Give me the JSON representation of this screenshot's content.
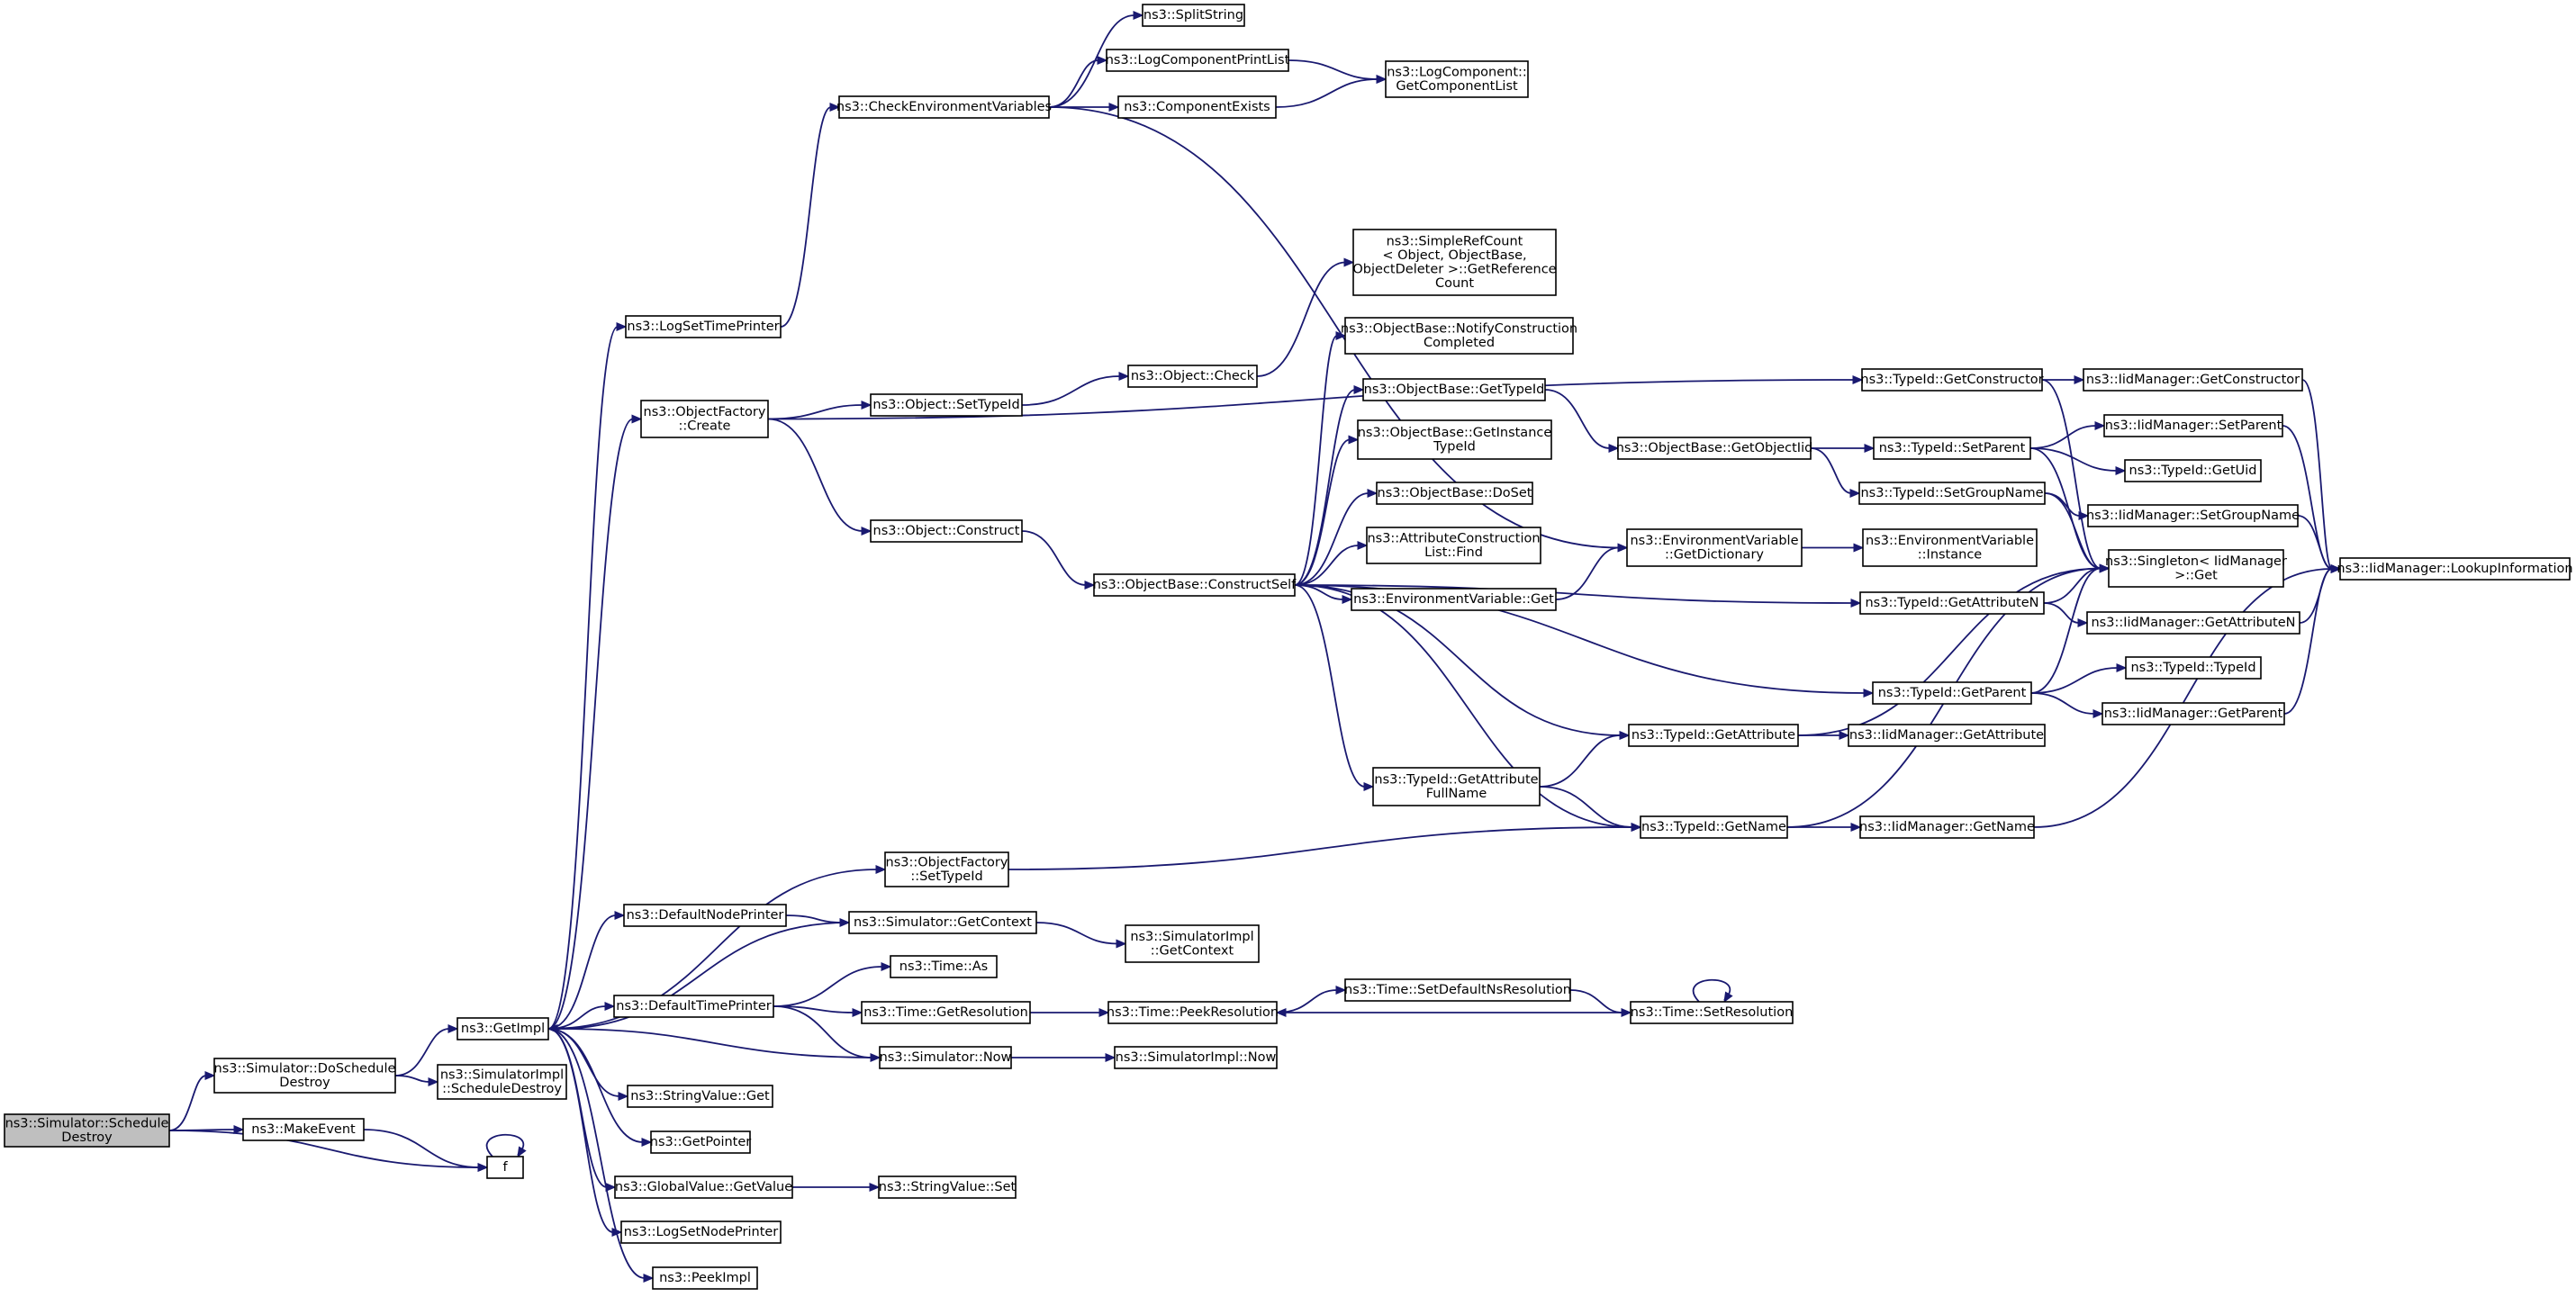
{
  "graph": {
    "nodes": [
      {
        "id": "root",
        "lines": [
          "ns3::Simulator::Schedule",
          "Destroy"
        ],
        "root": true
      },
      {
        "id": "doschedule",
        "lines": [
          "ns3::Simulator::DoSchedule",
          "Destroy"
        ]
      },
      {
        "id": "makeevent",
        "lines": [
          "ns3::MakeEvent"
        ]
      },
      {
        "id": "f",
        "lines": [
          "f"
        ]
      },
      {
        "id": "getimpl",
        "lines": [
          "ns3::GetImpl"
        ]
      },
      {
        "id": "simimpl_schedDestroy",
        "lines": [
          "ns3::SimulatorImpl",
          "::ScheduleDestroy"
        ]
      },
      {
        "id": "logsettimeprinter",
        "lines": [
          "ns3::LogSetTimePrinter"
        ]
      },
      {
        "id": "objfactory_create",
        "lines": [
          "ns3::ObjectFactory",
          "::Create"
        ]
      },
      {
        "id": "objfactory_settypeid",
        "lines": [
          "ns3::ObjectFactory",
          "::SetTypeId"
        ]
      },
      {
        "id": "defaultnodeprinter",
        "lines": [
          "ns3::DefaultNodePrinter"
        ]
      },
      {
        "id": "sim_getcontext",
        "lines": [
          "ns3::Simulator::GetContext"
        ]
      },
      {
        "id": "defaulttimeprinter",
        "lines": [
          "ns3::DefaultTimePrinter"
        ]
      },
      {
        "id": "stringvalue_get",
        "lines": [
          "ns3::StringValue::Get"
        ]
      },
      {
        "id": "getpointer",
        "lines": [
          "ns3::GetPointer"
        ]
      },
      {
        "id": "globalvalue_getvalue",
        "lines": [
          "ns3::GlobalValue::GetValue"
        ]
      },
      {
        "id": "logsetnodeprinter",
        "lines": [
          "ns3::LogSetNodePrinter"
        ]
      },
      {
        "id": "peekimpl",
        "lines": [
          "ns3::PeekImpl"
        ]
      },
      {
        "id": "checkenv",
        "lines": [
          "ns3::CheckEnvironmentVariables"
        ]
      },
      {
        "id": "splitstring",
        "lines": [
          "ns3::SplitString"
        ]
      },
      {
        "id": "logcomponentprintlist",
        "lines": [
          "ns3::LogComponentPrintList"
        ]
      },
      {
        "id": "componentexists",
        "lines": [
          "ns3::ComponentExists"
        ]
      },
      {
        "id": "logcomponent_getlist",
        "lines": [
          "ns3::LogComponent::",
          "GetComponentList"
        ]
      },
      {
        "id": "object_settypeid",
        "lines": [
          "ns3::Object::SetTypeId"
        ]
      },
      {
        "id": "object_construct",
        "lines": [
          "ns3::Object::Construct"
        ]
      },
      {
        "id": "object_check",
        "lines": [
          "ns3::Object::Check"
        ]
      },
      {
        "id": "objbase_constructself",
        "lines": [
          "ns3::ObjectBase::ConstructSelf"
        ]
      },
      {
        "id": "simplerefcount",
        "lines": [
          "ns3::SimpleRefCount",
          "< Object, ObjectBase,",
          "ObjectDeleter >::GetReference",
          "Count"
        ]
      },
      {
        "id": "objbase_notify",
        "lines": [
          "ns3::ObjectBase::NotifyConstruction",
          "Completed"
        ]
      },
      {
        "id": "objbase_gettypeid",
        "lines": [
          "ns3::ObjectBase::GetTypeId"
        ]
      },
      {
        "id": "objbase_getinstance",
        "lines": [
          "ns3::ObjectBase::GetInstance",
          "TypeId"
        ]
      },
      {
        "id": "objbase_doset",
        "lines": [
          "ns3::ObjectBase::DoSet"
        ]
      },
      {
        "id": "attrconstruction_find",
        "lines": [
          "ns3::AttributeConstruction",
          "List::Find"
        ]
      },
      {
        "id": "envvar_get",
        "lines": [
          "ns3::EnvironmentVariable::Get"
        ]
      },
      {
        "id": "typeid_getattributefullname",
        "lines": [
          "ns3::TypeId::GetAttribute",
          "FullName"
        ]
      },
      {
        "id": "objbase_getobjectiid",
        "lines": [
          "ns3::ObjectBase::GetObjectIid"
        ]
      },
      {
        "id": "envvar_getdictionary",
        "lines": [
          "ns3::EnvironmentVariable",
          "::GetDictionary"
        ]
      },
      {
        "id": "envvar_instance",
        "lines": [
          "ns3::EnvironmentVariable",
          "::Instance"
        ]
      },
      {
        "id": "typeid_getattribute",
        "lines": [
          "ns3::TypeId::GetAttribute"
        ]
      },
      {
        "id": "typeid_getname",
        "lines": [
          "ns3::TypeId::GetName"
        ]
      },
      {
        "id": "typeid_getconstructor",
        "lines": [
          "ns3::TypeId::GetConstructor"
        ]
      },
      {
        "id": "typeid_setparent",
        "lines": [
          "ns3::TypeId::SetParent"
        ]
      },
      {
        "id": "typeid_setgroupname",
        "lines": [
          "ns3::TypeId::SetGroupName"
        ]
      },
      {
        "id": "typeid_getattributen",
        "lines": [
          "ns3::TypeId::GetAttributeN"
        ]
      },
      {
        "id": "typeid_getparent",
        "lines": [
          "ns3::TypeId::GetParent"
        ]
      },
      {
        "id": "iidmgr_getattribute",
        "lines": [
          "ns3::IidManager::GetAttribute"
        ]
      },
      {
        "id": "iidmgr_getname",
        "lines": [
          "ns3::IidManager::GetName"
        ]
      },
      {
        "id": "iidmgr_getconstructor",
        "lines": [
          "ns3::IidManager::GetConstructor"
        ]
      },
      {
        "id": "iidmgr_setparent",
        "lines": [
          "ns3::IidManager::SetParent"
        ]
      },
      {
        "id": "typeid_getuid",
        "lines": [
          "ns3::TypeId::GetUid"
        ]
      },
      {
        "id": "iidmgr_setgroupname",
        "lines": [
          "ns3::IidManager::SetGroupName"
        ]
      },
      {
        "id": "singleton_get",
        "lines": [
          "ns3::Singleton< IidManager",
          ">::Get"
        ]
      },
      {
        "id": "iidmgr_getattributen",
        "lines": [
          "ns3::IidManager::GetAttributeN"
        ]
      },
      {
        "id": "typeid_typeid",
        "lines": [
          "ns3::TypeId::TypeId"
        ]
      },
      {
        "id": "iidmgr_getparent",
        "lines": [
          "ns3::IidManager::GetParent"
        ]
      },
      {
        "id": "iidmgr_lookup",
        "lines": [
          "ns3::IidManager::LookupInformation"
        ]
      },
      {
        "id": "simimpl_getcontext",
        "lines": [
          "ns3::SimulatorImpl",
          "::GetContext"
        ]
      },
      {
        "id": "time_as",
        "lines": [
          "ns3::Time::As"
        ]
      },
      {
        "id": "time_getresolution",
        "lines": [
          "ns3::Time::GetResolution"
        ]
      },
      {
        "id": "sim_now",
        "lines": [
          "ns3::Simulator::Now"
        ]
      },
      {
        "id": "time_peekresolution",
        "lines": [
          "ns3::Time::PeekResolution"
        ]
      },
      {
        "id": "simimpl_now",
        "lines": [
          "ns3::SimulatorImpl::Now"
        ]
      },
      {
        "id": "time_setdefaultns",
        "lines": [
          "ns3::Time::SetDefaultNsResolution"
        ]
      },
      {
        "id": "time_setresolution",
        "lines": [
          "ns3::Time::SetResolution"
        ]
      },
      {
        "id": "stringvalue_set",
        "lines": [
          "ns3::StringValue::Set"
        ]
      }
    ],
    "edges": [
      [
        "root",
        "doschedule"
      ],
      [
        "root",
        "makeevent"
      ],
      [
        "root",
        "f"
      ],
      [
        "makeevent",
        "f"
      ],
      [
        "f",
        "f"
      ],
      [
        "doschedule",
        "getimpl"
      ],
      [
        "doschedule",
        "simimpl_schedDestroy"
      ],
      [
        "getimpl",
        "logsettimeprinter"
      ],
      [
        "getimpl",
        "objfactory_create"
      ],
      [
        "getimpl",
        "objfactory_settypeid"
      ],
      [
        "getimpl",
        "defaultnodeprinter"
      ],
      [
        "getimpl",
        "defaulttimeprinter"
      ],
      [
        "getimpl",
        "stringvalue_get"
      ],
      [
        "getimpl",
        "getpointer"
      ],
      [
        "getimpl",
        "globalvalue_getvalue"
      ],
      [
        "getimpl",
        "logsetnodeprinter"
      ],
      [
        "getimpl",
        "peekimpl"
      ],
      [
        "sim_getcontext",
        "getimpl"
      ],
      [
        "sim_now",
        "getimpl"
      ],
      [
        "logsettimeprinter",
        "checkenv"
      ],
      [
        "checkenv",
        "splitstring"
      ],
      [
        "checkenv",
        "logcomponentprintlist"
      ],
      [
        "checkenv",
        "componentexists"
      ],
      [
        "checkenv",
        "envvar_getdictionary"
      ],
      [
        "logcomponentprintlist",
        "logcomponent_getlist"
      ],
      [
        "componentexists",
        "logcomponent_getlist"
      ],
      [
        "objfactory_create",
        "typeid_getconstructor"
      ],
      [
        "objfactory_create",
        "object_settypeid"
      ],
      [
        "objfactory_create",
        "object_construct"
      ],
      [
        "object_settypeid",
        "object_check"
      ],
      [
        "object_check",
        "simplerefcount"
      ],
      [
        "object_construct",
        "objbase_constructself"
      ],
      [
        "objbase_constructself",
        "objbase_notify"
      ],
      [
        "objbase_constructself",
        "objbase_gettypeid"
      ],
      [
        "objbase_constructself",
        "objbase_getinstance"
      ],
      [
        "objbase_constructself",
        "objbase_doset"
      ],
      [
        "objbase_constructself",
        "attrconstruction_find"
      ],
      [
        "objbase_constructself",
        "envvar_get"
      ],
      [
        "objbase_constructself",
        "typeid_getattributen"
      ],
      [
        "objbase_constructself",
        "typeid_getparent"
      ],
      [
        "objbase_constructself",
        "typeid_getattribute"
      ],
      [
        "objbase_constructself",
        "typeid_getattributefullname"
      ],
      [
        "objbase_constructself",
        "typeid_getname"
      ],
      [
        "objbase_gettypeid",
        "objbase_getobjectiid"
      ],
      [
        "objbase_getobjectiid",
        "typeid_setparent"
      ],
      [
        "objbase_getobjectiid",
        "typeid_setgroupname"
      ],
      [
        "envvar_get",
        "envvar_getdictionary"
      ],
      [
        "envvar_getdictionary",
        "envvar_instance"
      ],
      [
        "typeid_getattributefullname",
        "typeid_getattribute"
      ],
      [
        "typeid_getattributefullname",
        "typeid_getname"
      ],
      [
        "typeid_getattribute",
        "iidmgr_getattribute"
      ],
      [
        "typeid_getattribute",
        "singleton_get"
      ],
      [
        "typeid_getname",
        "iidmgr_getname"
      ],
      [
        "typeid_getname",
        "singleton_get"
      ],
      [
        "objfactory_settypeid",
        "typeid_getname"
      ],
      [
        "typeid_getconstructor",
        "iidmgr_getconstructor"
      ],
      [
        "typeid_getconstructor",
        "singleton_get"
      ],
      [
        "typeid_setparent",
        "iidmgr_setparent"
      ],
      [
        "typeid_setparent",
        "typeid_getuid"
      ],
      [
        "typeid_setparent",
        "singleton_get"
      ],
      [
        "typeid_setgroupname",
        "iidmgr_setgroupname"
      ],
      [
        "typeid_setgroupname",
        "singleton_get"
      ],
      [
        "typeid_getattributen",
        "iidmgr_getattributen"
      ],
      [
        "typeid_getattributen",
        "singleton_get"
      ],
      [
        "typeid_getparent",
        "typeid_typeid"
      ],
      [
        "typeid_getparent",
        "iidmgr_getparent"
      ],
      [
        "typeid_getparent",
        "singleton_get"
      ],
      [
        "iidmgr_getconstructor",
        "iidmgr_lookup"
      ],
      [
        "iidmgr_setparent",
        "iidmgr_lookup"
      ],
      [
        "iidmgr_setgroupname",
        "iidmgr_lookup"
      ],
      [
        "iidmgr_getattributen",
        "iidmgr_lookup"
      ],
      [
        "iidmgr_getparent",
        "iidmgr_lookup"
      ],
      [
        "iidmgr_getname",
        "iidmgr_lookup"
      ],
      [
        "defaultnodeprinter",
        "sim_getcontext"
      ],
      [
        "sim_getcontext",
        "simimpl_getcontext"
      ],
      [
        "defaulttimeprinter",
        "time_as"
      ],
      [
        "defaulttimeprinter",
        "time_getresolution"
      ],
      [
        "defaulttimeprinter",
        "sim_now"
      ],
      [
        "time_getresolution",
        "time_peekresolution"
      ],
      [
        "sim_now",
        "simimpl_now"
      ],
      [
        "time_peekresolution",
        "time_setdefaultns"
      ],
      [
        "time_setdefaultns",
        "time_setresolution"
      ],
      [
        "time_setresolution",
        "time_peekresolution"
      ],
      [
        "time_setresolution",
        "time_setresolution"
      ],
      [
        "globalvalue_getvalue",
        "stringvalue_set"
      ]
    ]
  }
}
